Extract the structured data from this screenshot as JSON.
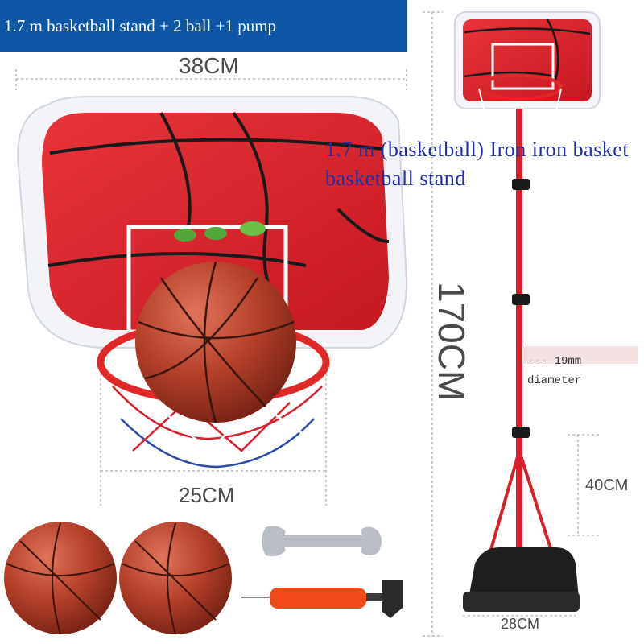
{
  "banner": {
    "title": "1.7 m basketball stand + 2 ball +1 pump"
  },
  "dimensions": {
    "backboard_width": "38CM",
    "rim_diameter": "25CM",
    "height": "170CM",
    "base_height": "40CM",
    "base_width": "28CM"
  },
  "description": "1.7 m (basketball) Iron iron basket basketball stand",
  "pole_note": {
    "line1": "--- 19mm",
    "line2": "diameter"
  },
  "colors": {
    "banner": "#0d57a6",
    "board_red": "#d8202a",
    "board_frame": "#f2f4f8",
    "ball": "#b5402a",
    "pump": "#f04a1a"
  }
}
